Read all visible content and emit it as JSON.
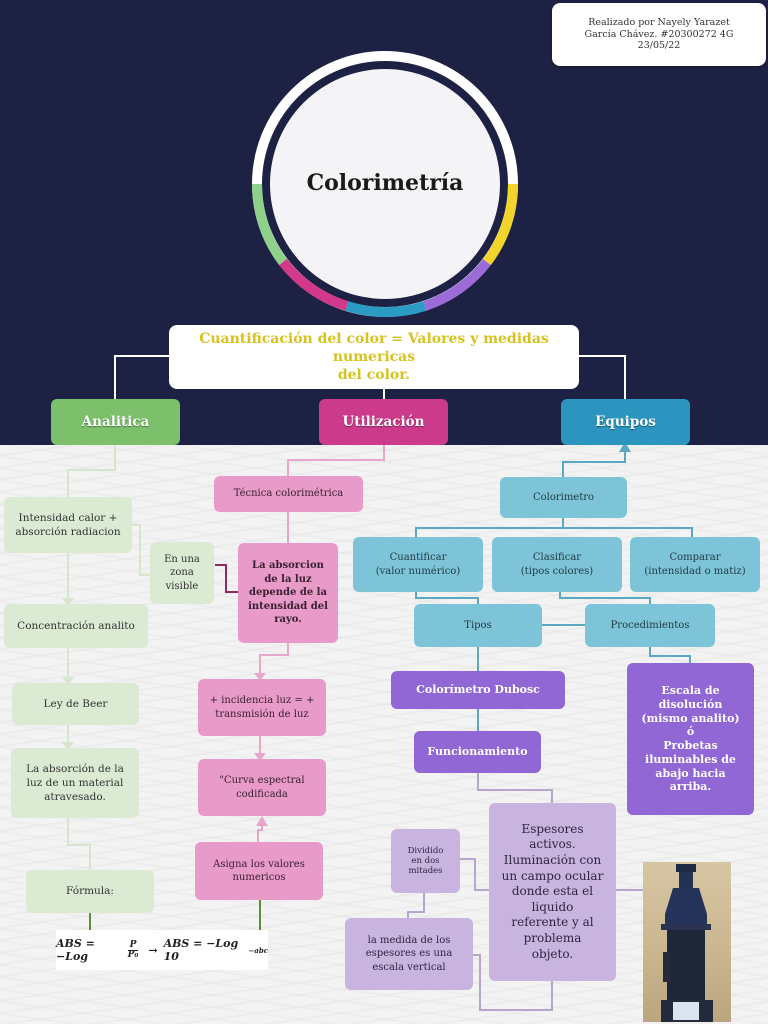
{
  "credit": {
    "line1": "Realizado por Nayely Yarazet",
    "line2": "García Chávez. #20300272 4G",
    "line3": "23/05/22"
  },
  "title": "Colorimetría",
  "definition": {
    "line1": "Cuantificación del color =  Valores y medidas numericas",
    "line2": "del color."
  },
  "categories": [
    {
      "label": "Analitica",
      "color": "#7cc06c"
    },
    {
      "label": "Utilización",
      "color": "#cc3a8b"
    },
    {
      "label": "Equipos",
      "color": "#2b95c0"
    }
  ],
  "ring_colors": {
    "green": "#8fd08a",
    "pink": "#d2398a",
    "blue": "#2a9bc4",
    "purple": "#9b6bd8",
    "yellow": "#f2d52a",
    "white": "#ffffff"
  },
  "analitica": {
    "intensidad": {
      "line1": "Intensidad calor +",
      "line2": "absorción radiacion"
    },
    "zona": {
      "line1": "En una",
      "line2": "zona",
      "line3": "visible"
    },
    "concentracion": "Concentración analito",
    "ley": "Ley de Beer",
    "absorcion": {
      "line1": "La absorción de la",
      "line2": "luz de un material",
      "line3": "atravesado."
    },
    "formula_label": "Fórmula:",
    "formula": {
      "left": "ABS = −Log",
      "num": "P",
      "den": "P₀",
      "arrow": "→",
      "right": "ABS = −Log 10",
      "exp": "−abc"
    }
  },
  "utilizacion": {
    "tecnica": "Técnica colorimétrica",
    "absorcion": {
      "line1": "La absorcion",
      "line2": "de la luz",
      "line3": "depende de la",
      "line4": "intensidad del",
      "line5": "rayo."
    },
    "incidencia": {
      "line1": "+ incidencia luz = +",
      "line2": "transmisión de luz"
    },
    "curva": {
      "line1": "\"Curva espectral",
      "line2": "codificada"
    },
    "asigna": {
      "line1": "Asigna los valores",
      "line2": "numericos"
    }
  },
  "equipos": {
    "colorimetro": "Colorimetro",
    "cuantificar": {
      "line1": "Cuantificar",
      "line2": "(valor numérico)"
    },
    "clasificar": {
      "line1": "Clasificar",
      "line2": "(tipos colores)"
    },
    "comparar": {
      "line1": "Comparar",
      "line2": "(intensidad o matiz)"
    },
    "tipos": "Tipos",
    "procedimientos": "Procedimientos",
    "duboscq": "Colorímetro Dubosc",
    "funcionamiento": "Funcionamiento",
    "escala": {
      "line1": "Escala de",
      "line2": "disolución",
      "line3": "(mismo analito)",
      "line4": "ó",
      "line5": "Probetas",
      "line6": "iluminables de",
      "line7": "abajo hacia",
      "line8": "arriba."
    },
    "espesores": {
      "line1": "Espesores",
      "line2": "activos.",
      "line3": "Iluminación con",
      "line4": "un campo ocular",
      "line5": "donde esta el",
      "line6": "liquido",
      "line7": "referente y al",
      "line8": "problema",
      "line9": "objeto."
    },
    "dividido": {
      "line1": "Dividido",
      "line2": "en dos",
      "line3": "mitades"
    },
    "medida": {
      "line1": "la medida de los",
      "line2": "espesores es  una",
      "line3": "escala vertical"
    },
    "photo_alt": "colorimeter-photo"
  }
}
